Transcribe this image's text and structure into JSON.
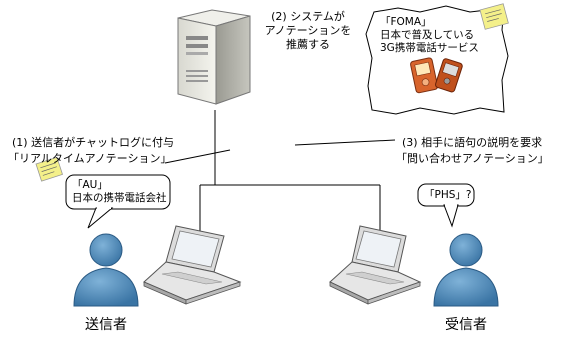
{
  "steps": {
    "system": [
      "(2) システムが",
      "アノテーションを",
      "推薦する"
    ],
    "sender": [
      "(1) 送信者がチャットログに付与",
      "「リアルタイムアノテーション」"
    ],
    "receiver": [
      "(3) 相手に語句の説明を要求",
      "「問い合わせアノテーション」"
    ]
  },
  "bubbles": {
    "server": [
      "「FOMA」",
      "日本で普及している",
      "3G携帯電話サービス"
    ],
    "sender": [
      "「AU」",
      "日本の携帯電話会社"
    ],
    "receiver": [
      "「PHS」?"
    ]
  },
  "people": {
    "sender": "送信者",
    "receiver": "受信者"
  },
  "colors": {
    "person_fill": "#4a86b4",
    "person_dark": "#2a5a84",
    "sticky_note": "#f4f08a",
    "phone_orange": "#d8642c"
  }
}
